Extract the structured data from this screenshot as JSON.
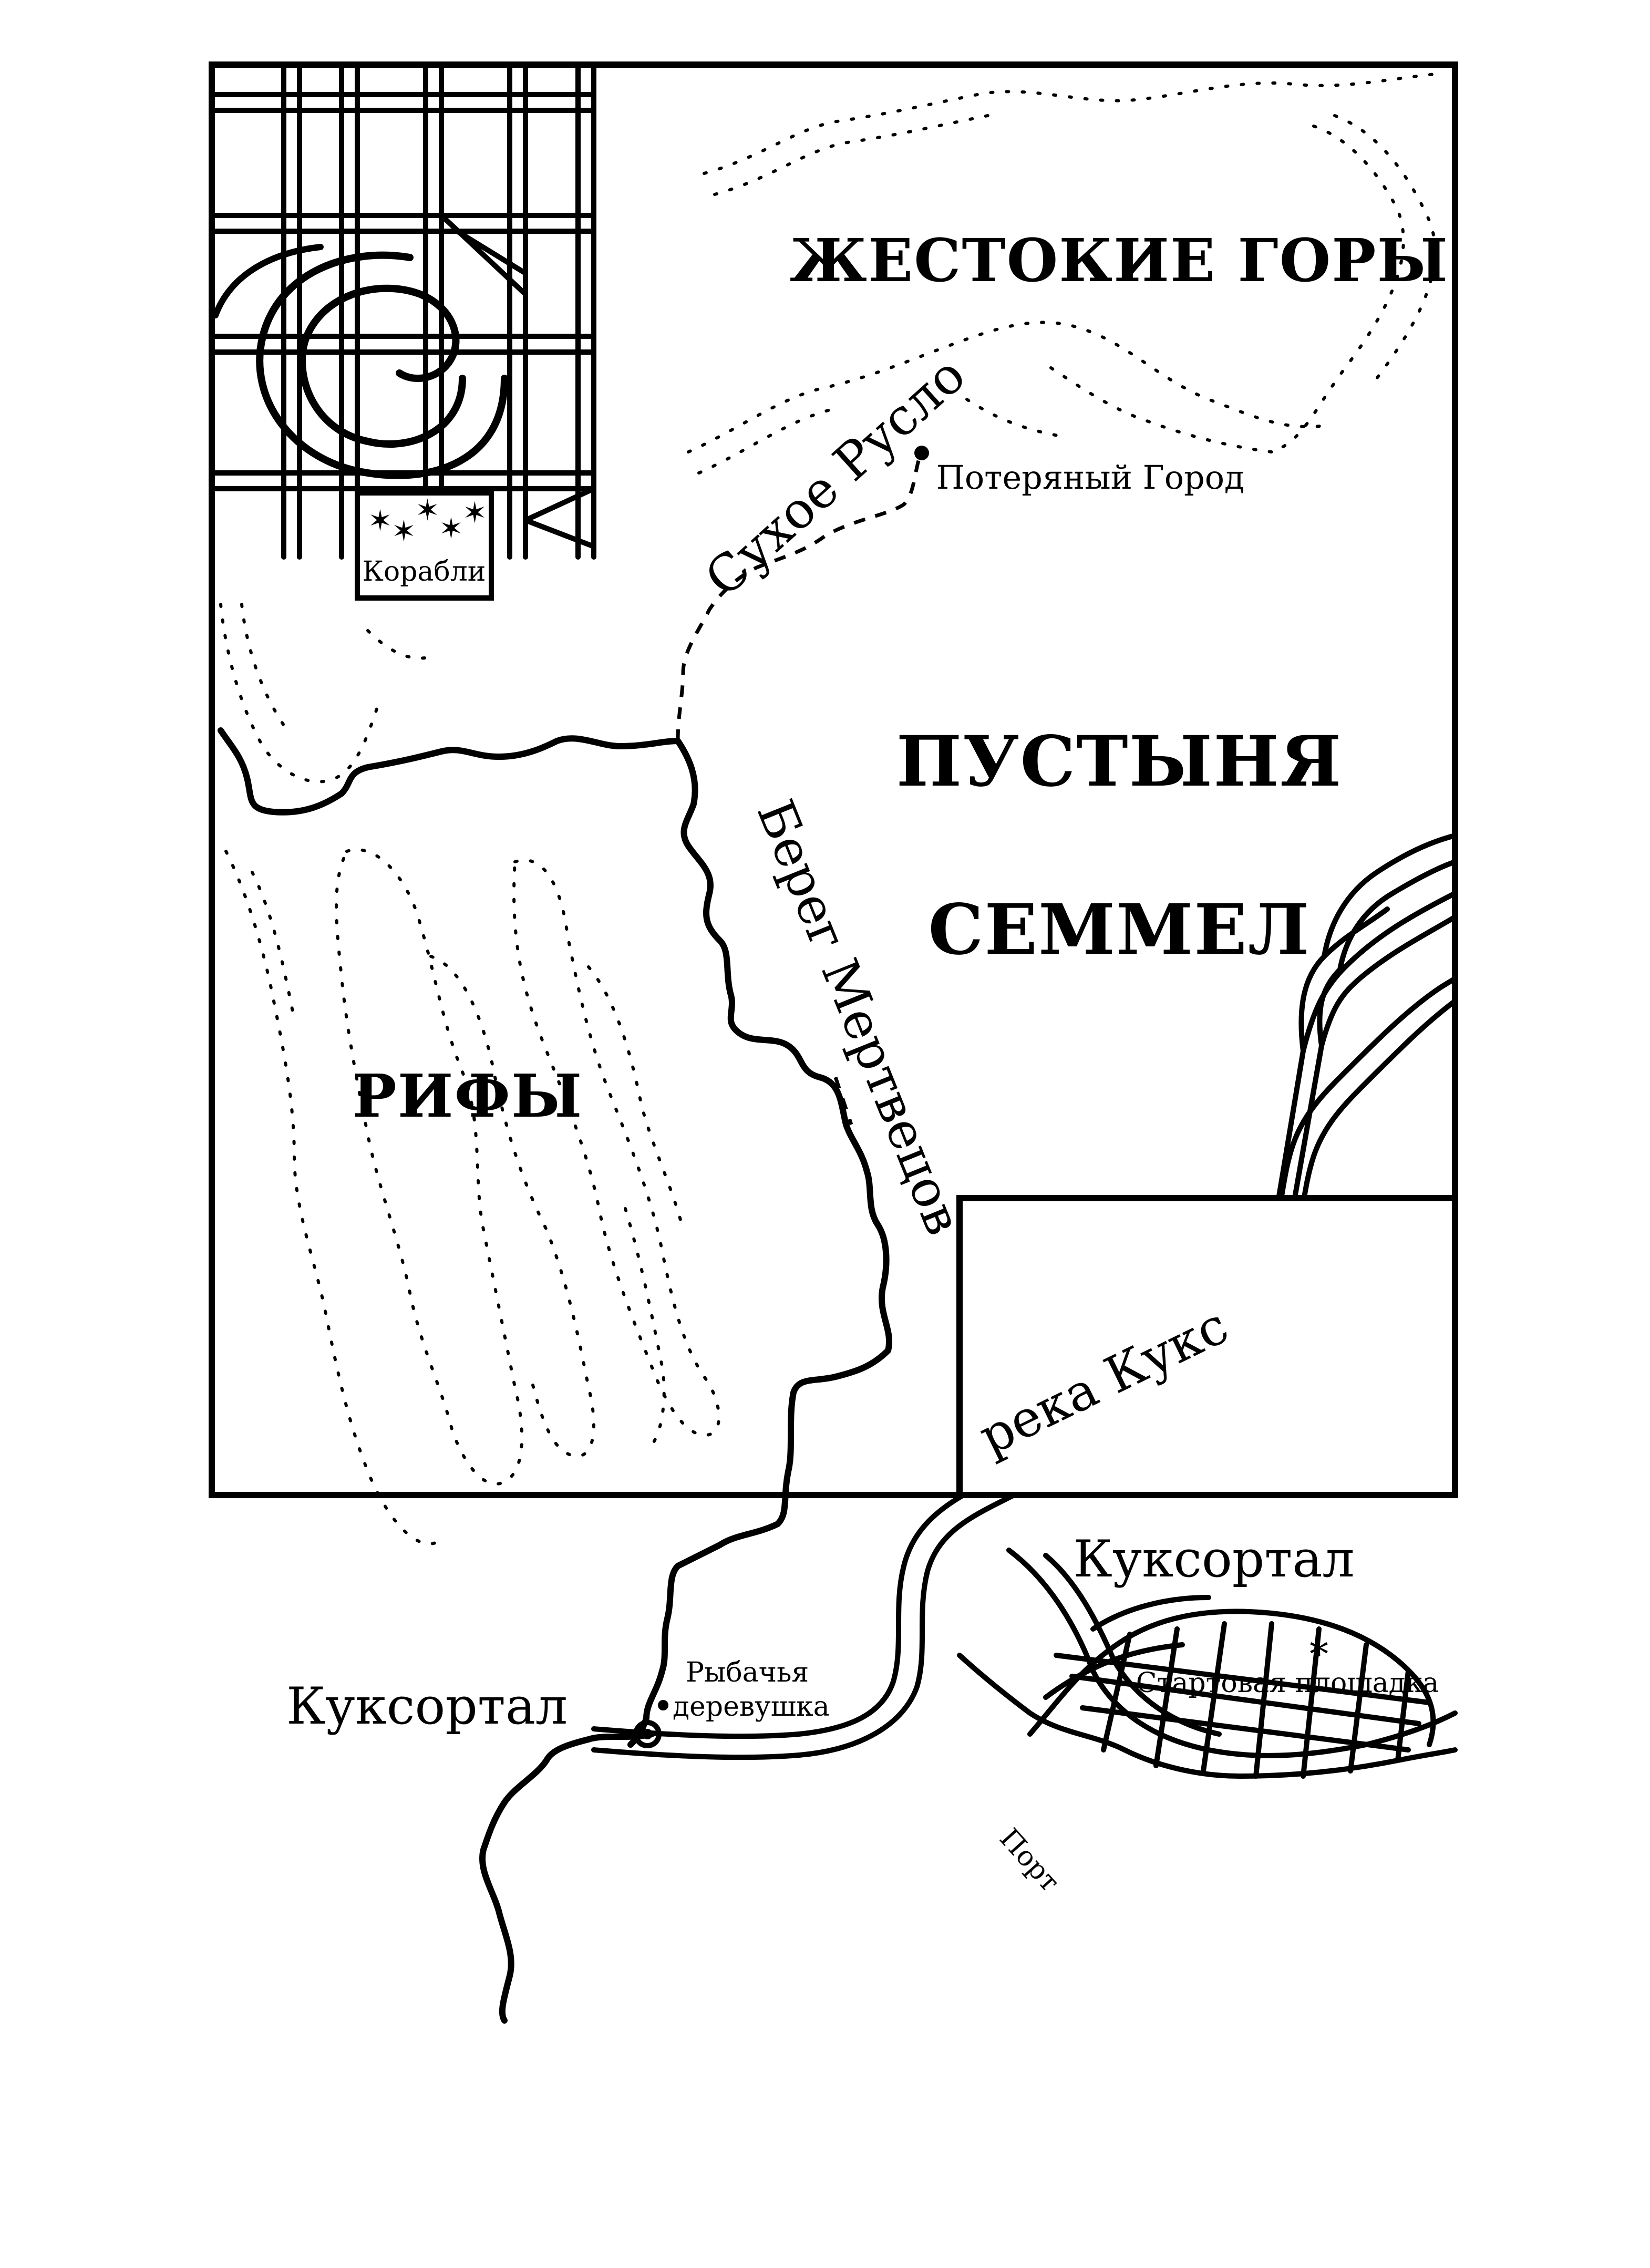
{
  "map": {
    "labels": {
      "mountains": "ЖЕСТОКИЕ ГОРЫ",
      "lost_city": "Потеряный Город",
      "dry_riverbed": "Сухое Русло",
      "ships": "Корабли",
      "desert_line1": "ПУСТЫНЯ",
      "desert_line2": "СЕММЕЛ",
      "dead_coast": "Берег Мертвецов",
      "reefs": "РИФЫ",
      "river": "река Кукс",
      "city_main": "Куксортал",
      "fishing_village_line1": "Рыбачья",
      "fishing_village_line2": "деревушка",
      "inset_city": "Куксортал",
      "launch_pad": "Стартовая площадка",
      "port": "Порт"
    },
    "icons": {
      "launch_pad": "asterisk-icon",
      "ships": "star-icon"
    }
  }
}
